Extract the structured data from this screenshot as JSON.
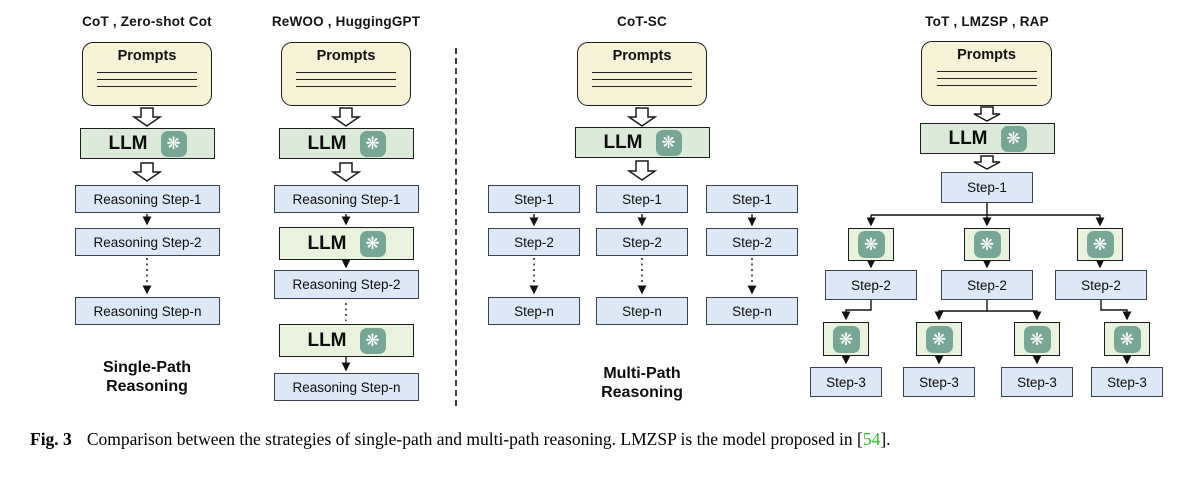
{
  "icons": {
    "llm_logo_glyph": "❋",
    "llm_logo_name": "openai-spiral-icon"
  },
  "colors": {
    "prompts_bg": "#f6f2d5",
    "llm_bg": "#dcebd9",
    "llm_inner_bg": "#e9f2dc",
    "step_bg": "#dde8f6",
    "logo_teal": "#75a794",
    "citation_green": "#27c427"
  },
  "shared": {
    "prompts": "Prompts",
    "llm": "LLM"
  },
  "sections": {
    "cot": {
      "header": "CoT , Zero-shot Cot",
      "step1": "Reasoning Step-1",
      "step2": "Reasoning Step-2",
      "stepn": "Reasoning Step-n",
      "label1": "Single-Path",
      "label2": "Reasoning"
    },
    "rewoo": {
      "header": "ReWOO , HuggingGPT",
      "step1": "Reasoning Step-1",
      "step2": "Reasoning Step-2",
      "stepn": "Reasoning Step-n"
    },
    "cotsc": {
      "header": "CoT-SC",
      "step1": "Step-1",
      "step2": "Step-2",
      "stepn": "Step-n",
      "label1": "Multi-Path",
      "label2": "Reasoning"
    },
    "tot": {
      "header": "ToT , LMZSP , RAP",
      "step1": "Step-1",
      "step2": "Step-2",
      "step3": "Step-3"
    }
  },
  "caption": {
    "fig": "Fig. 3",
    "body": "Comparison between the strategies of single-path and multi-path reasoning. LMZSP is the model proposed in ",
    "bracket_open": "[",
    "ref": "54",
    "bracket_close": "]."
  }
}
